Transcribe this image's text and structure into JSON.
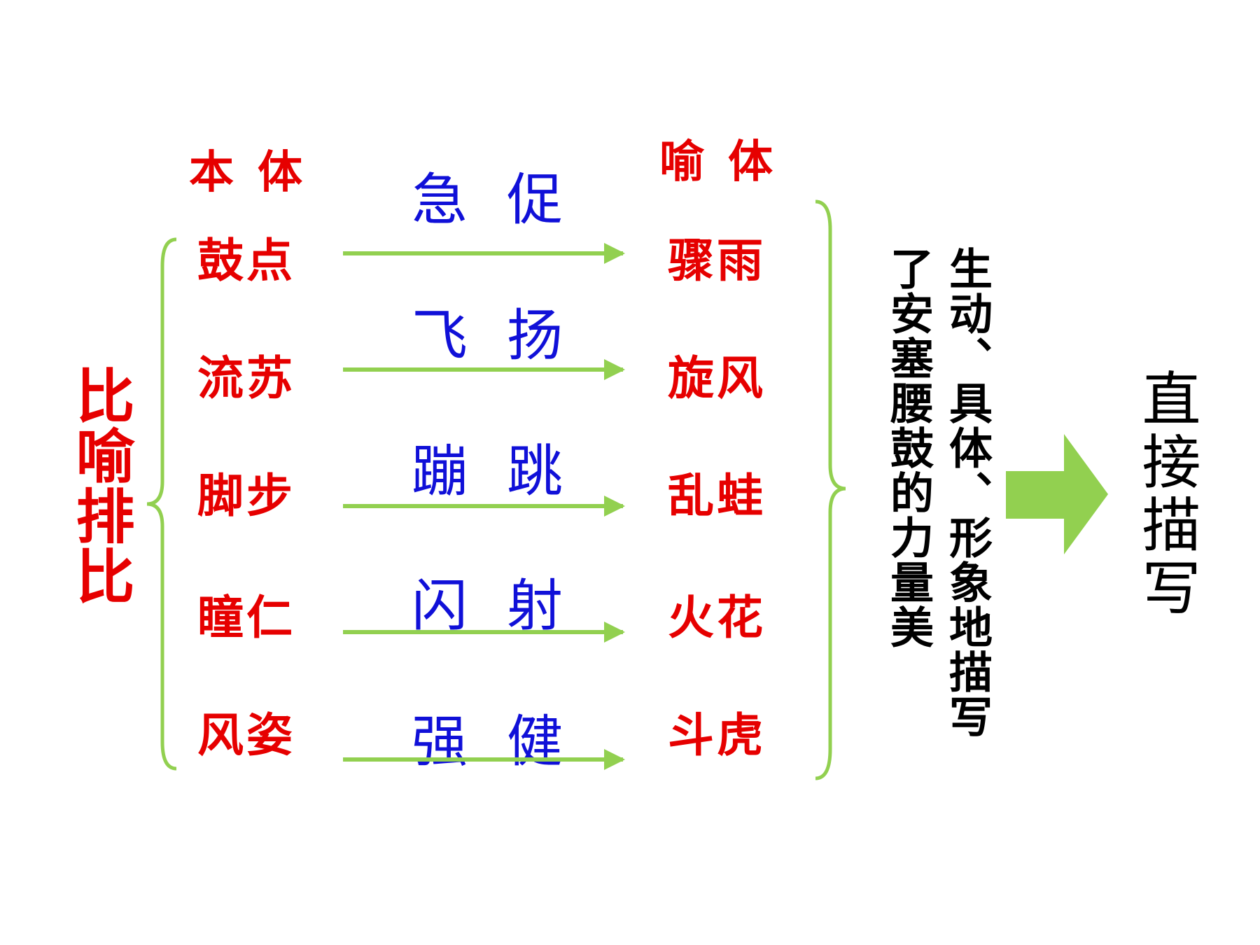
{
  "headers": {
    "tenor": "本体",
    "vehicle": "喻体"
  },
  "left_label": "比喻排比",
  "rows": [
    {
      "tenor": "鼓点",
      "verb": "急促",
      "vehicle": "骤雨"
    },
    {
      "tenor": "流苏",
      "verb": "飞扬",
      "vehicle": "旋风"
    },
    {
      "tenor": "脚步",
      "verb": "蹦跳",
      "vehicle": "乱蛙"
    },
    {
      "tenor": "瞳仁",
      "verb": "闪射",
      "vehicle": "火花"
    },
    {
      "tenor": "风姿",
      "verb": "强健",
      "vehicle": "斗虎"
    }
  ],
  "summary": "生动、具体、形象地描写了安塞腰鼓的力量美",
  "conclusion": "直接描写",
  "colors": {
    "red": "#e60000",
    "blue": "#1010d8",
    "green": "#92d050",
    "black": "#000000"
  }
}
